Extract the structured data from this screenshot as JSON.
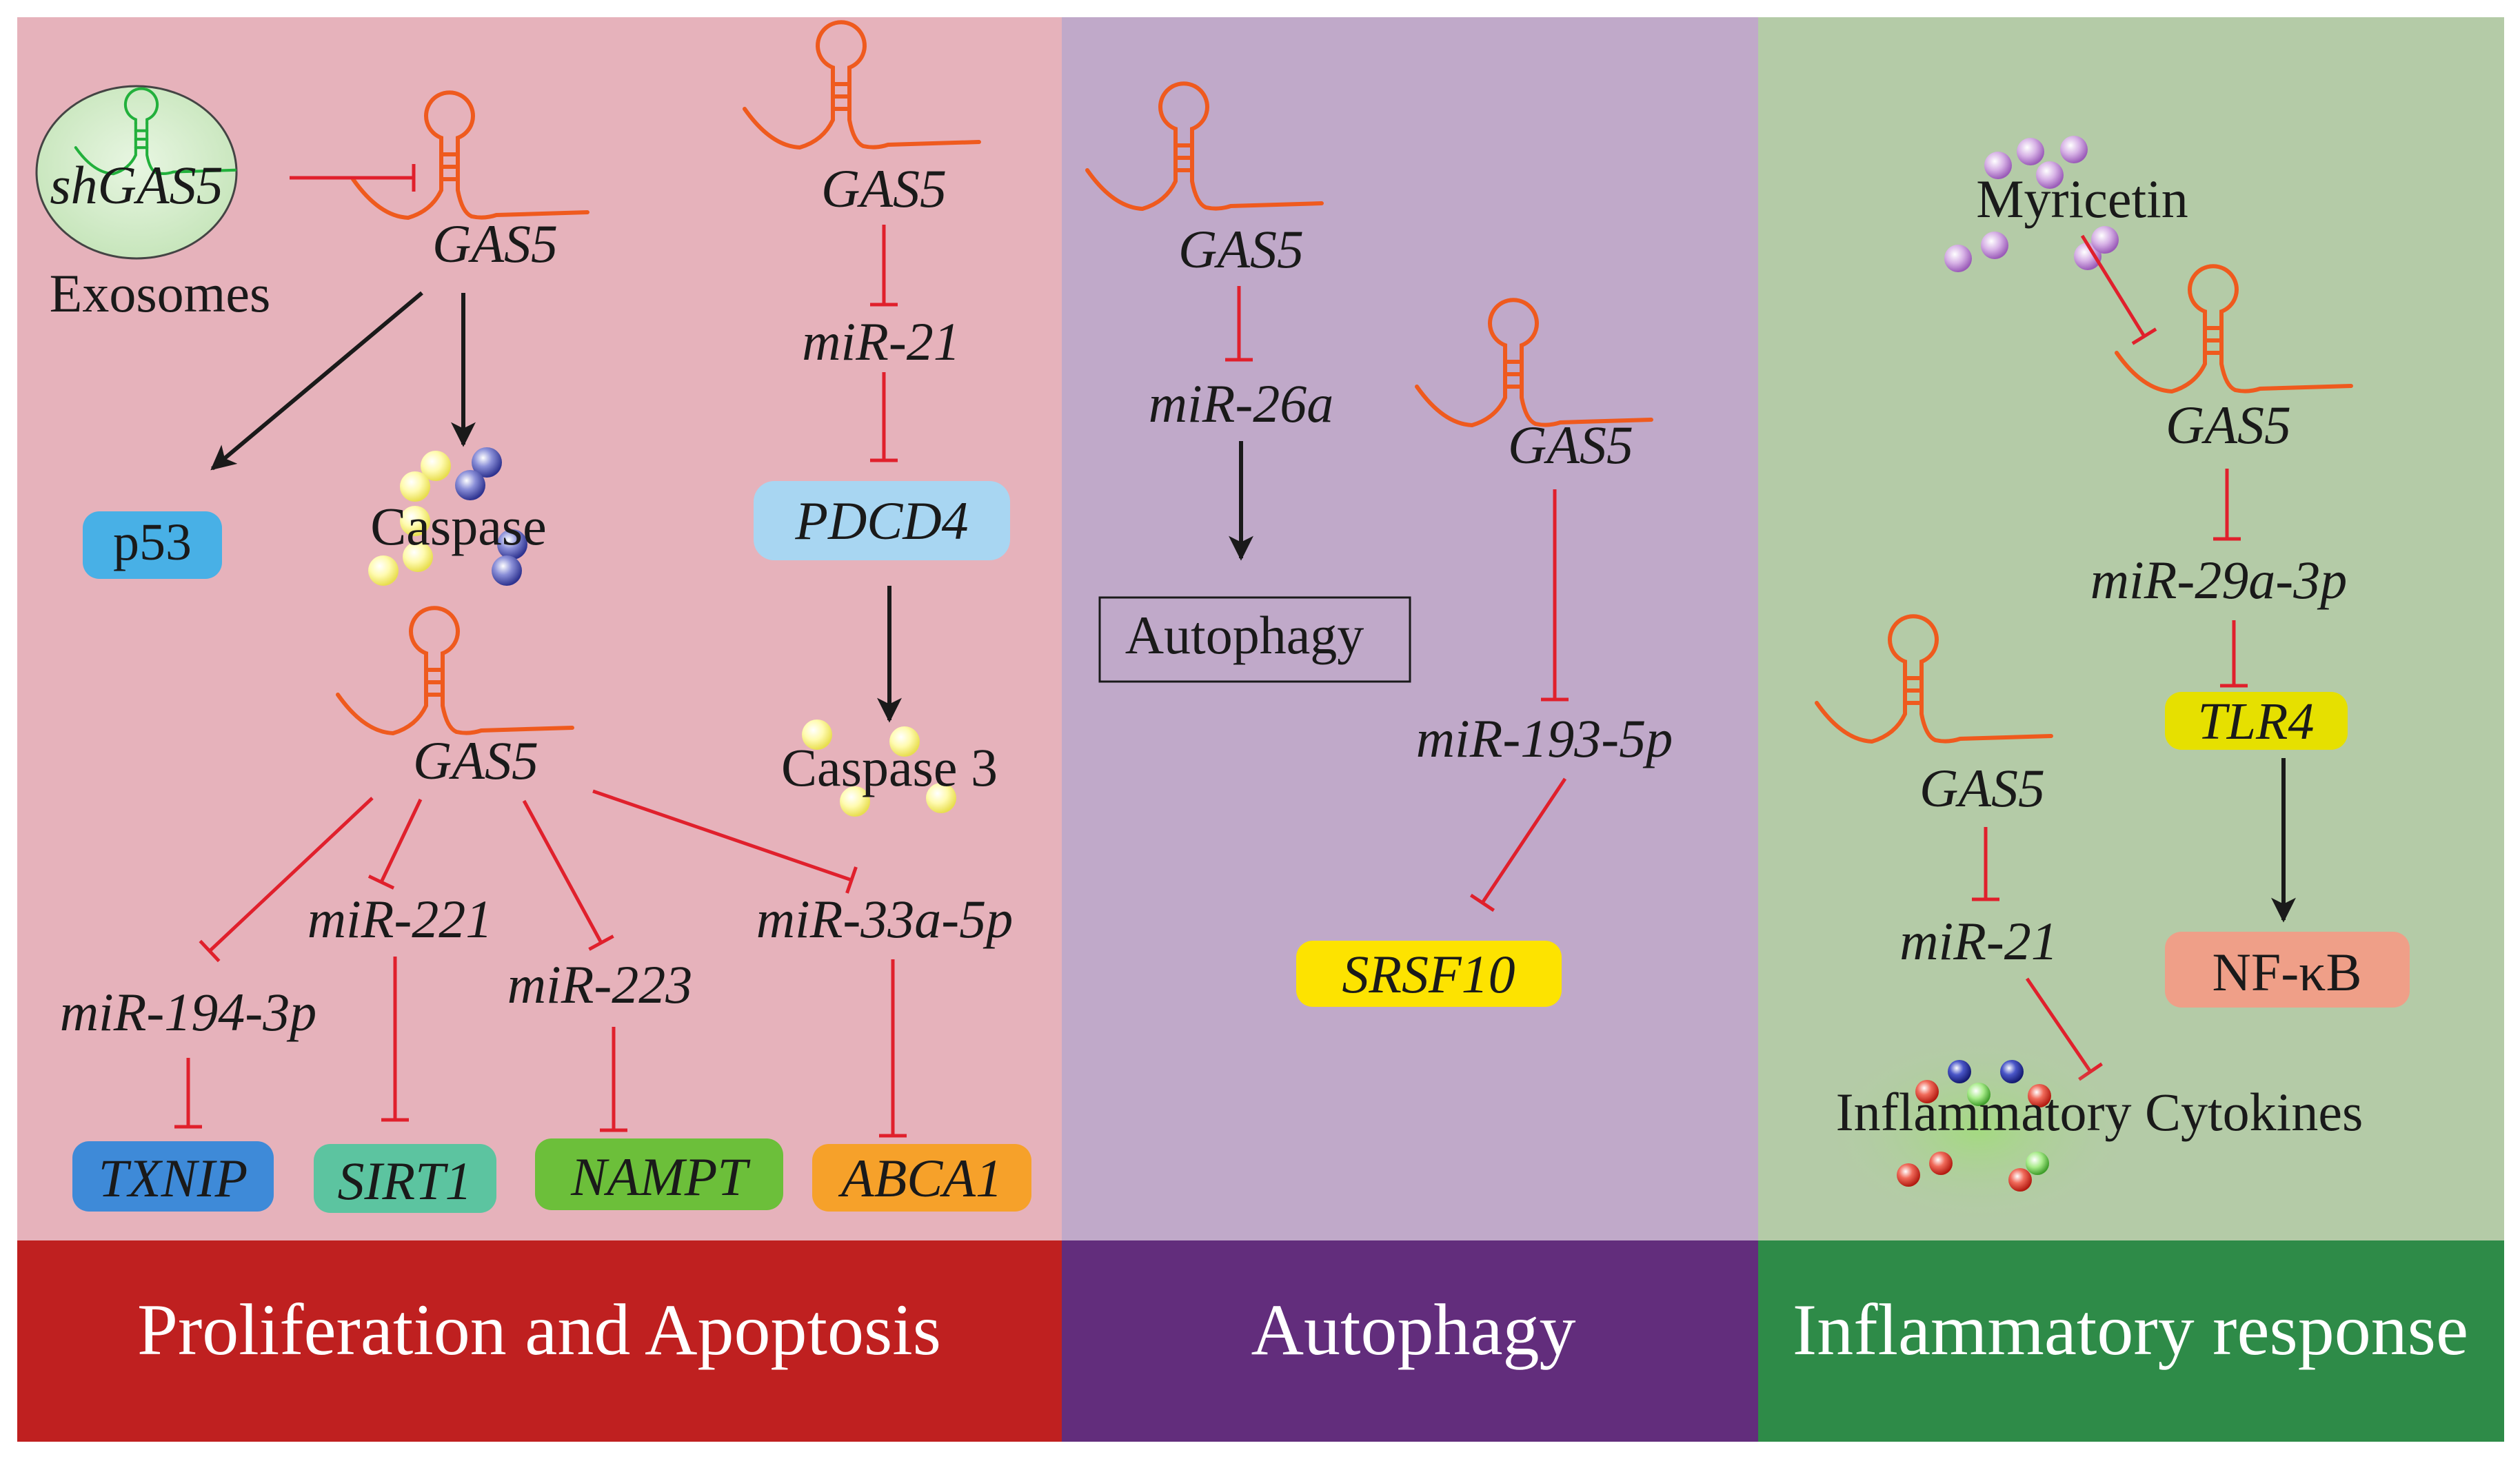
{
  "colors": {
    "panel_left": "#e6b2bb",
    "panel_mid": "#c0a9c9",
    "panel_right": "#b4cba7",
    "footer_left": "#bf2020",
    "footer_mid": "#622d7c",
    "footer_right": "#2e8b48",
    "rna": "#ef5a1e",
    "inhibit": "#e0202c",
    "activate": "#1a1a1a",
    "shrna": "#22b03c"
  },
  "sections": {
    "left": {
      "footer": "Proliferation and Apoptosis",
      "exosome_label": "shGAS5",
      "exosome_caption": "Exosomes",
      "gas5_a": "GAS5",
      "p53": "p53",
      "caspase": "Caspase",
      "gas5_b": "GAS5",
      "mir21": "miR-21",
      "pdcd4": "PDCD4",
      "caspase3": "Caspase 3",
      "gas5_c": "GAS5",
      "mir194": "miR-194-3p",
      "mir221": "miR-221",
      "mir223": "miR-223",
      "mir33a": "miR-33a-5p",
      "txnip": "TXNIP",
      "sirt1": "SIRT1",
      "nampt": "NAMPT",
      "abca1": "ABCA1"
    },
    "middle": {
      "footer": "Autophagy",
      "gas5_a": "GAS5",
      "mir26a": "miR-26a",
      "autophagy": "Autophagy",
      "gas5_b": "GAS5",
      "mir193": "miR-193-5p",
      "srsf10": "SRSF10"
    },
    "right": {
      "footer": "Inflammatory response",
      "myricetin": "Myricetin",
      "gas5_a": "GAS5",
      "mir29a": "miR-29a-3p",
      "tlr4": "TLR4",
      "nfkb": "NF-κB",
      "gas5_b": "GAS5",
      "mir21": "miR-21",
      "cytokines": "Inflammatory Cytokines"
    }
  }
}
